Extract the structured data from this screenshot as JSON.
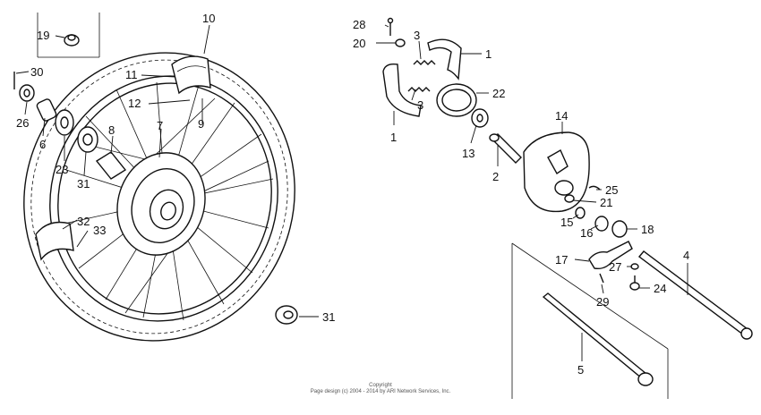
{
  "diagram": {
    "callouts": [
      {
        "id": "c19",
        "text": "19"
      },
      {
        "id": "c10",
        "text": "10"
      },
      {
        "id": "c30",
        "text": "30"
      },
      {
        "id": "c11",
        "text": "11"
      },
      {
        "id": "c12",
        "text": "12"
      },
      {
        "id": "c9",
        "text": "9"
      },
      {
        "id": "c26",
        "text": "26"
      },
      {
        "id": "c6",
        "text": "6"
      },
      {
        "id": "c7",
        "text": "7"
      },
      {
        "id": "c8",
        "text": "8"
      },
      {
        "id": "c23",
        "text": "23"
      },
      {
        "id": "c31a",
        "text": "31"
      },
      {
        "id": "c32",
        "text": "32"
      },
      {
        "id": "c33",
        "text": "33"
      },
      {
        "id": "c31b",
        "text": "31"
      },
      {
        "id": "c28",
        "text": "28"
      },
      {
        "id": "c20",
        "text": "20"
      },
      {
        "id": "c3a",
        "text": "3"
      },
      {
        "id": "c1a",
        "text": "1"
      },
      {
        "id": "c22",
        "text": "22"
      },
      {
        "id": "c3b",
        "text": "3"
      },
      {
        "id": "c1b",
        "text": "1"
      },
      {
        "id": "c14",
        "text": "14"
      },
      {
        "id": "c13",
        "text": "13"
      },
      {
        "id": "c2",
        "text": "2"
      },
      {
        "id": "c25",
        "text": "25"
      },
      {
        "id": "c21",
        "text": "21"
      },
      {
        "id": "c15",
        "text": "15"
      },
      {
        "id": "c16",
        "text": "16"
      },
      {
        "id": "c18",
        "text": "18"
      },
      {
        "id": "c17",
        "text": "17"
      },
      {
        "id": "c27",
        "text": "27"
      },
      {
        "id": "c4",
        "text": "4"
      },
      {
        "id": "c24",
        "text": "24"
      },
      {
        "id": "c29",
        "text": "29"
      },
      {
        "id": "c5",
        "text": "5"
      }
    ]
  },
  "footer": {
    "line1": "Copyright",
    "line2": "Page design (c) 2004 - 2014 by ARI Network Services, Inc."
  }
}
